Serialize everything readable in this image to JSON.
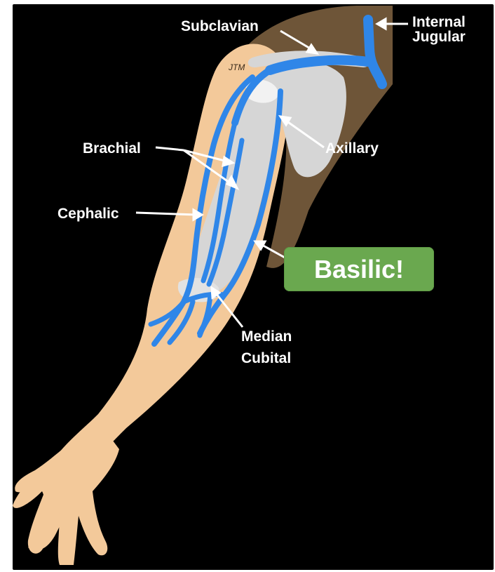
{
  "colors": {
    "background": "#000000",
    "skin": "#f3c99a",
    "bone": "#d6d6d6",
    "vein": "#2f86e8",
    "badge": "#6aa84f",
    "label": "#ffffff"
  },
  "labels": {
    "subclavian": "Subclavian",
    "internal_jugular_line1": "Internal",
    "internal_jugular_line2": "Jugular",
    "brachial": "Brachial",
    "axillary": "Axillary",
    "cephalic": "Cephalic",
    "median_cubital_line1": "Median",
    "median_cubital_line2": "Cubital",
    "watermark": "JTM"
  },
  "badge": {
    "text": "Basilic!"
  }
}
